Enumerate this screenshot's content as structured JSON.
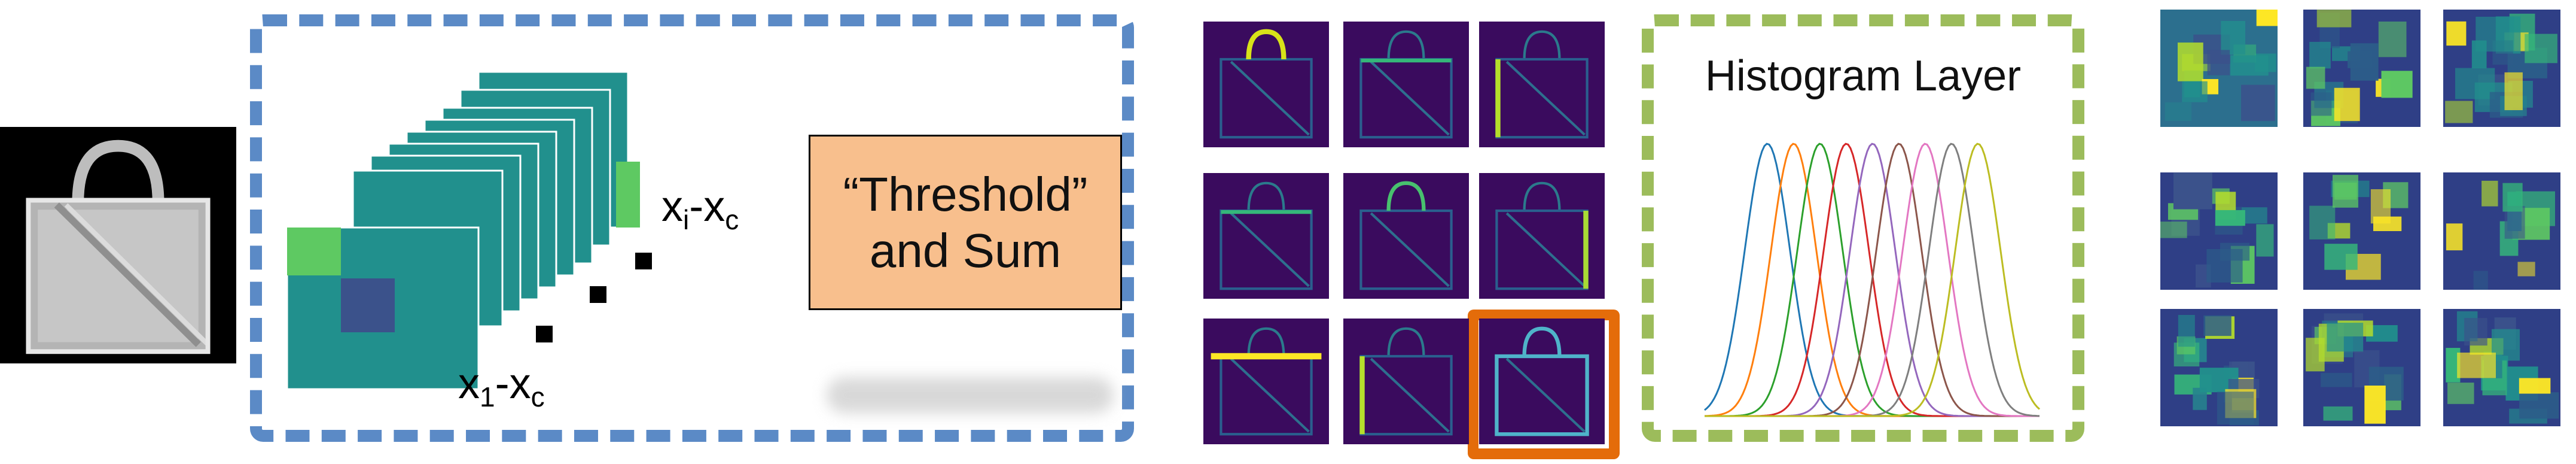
{
  "kernel_labels": {
    "first": "x",
    "first_sub": "1",
    "first_dash": "-x",
    "first_sub2": "c",
    "ith": "x",
    "ith_sub": "i",
    "ith_dash": "-x",
    "ith_sub2": "c"
  },
  "threshold_box": {
    "line1": "“Threshold”",
    "line2": "and Sum"
  },
  "histogram": {
    "title": "Histogram Layer",
    "curve_colors": [
      "#1f77b4",
      "#ff7f0e",
      "#2ca02c",
      "#d62728",
      "#9467bd",
      "#8c564b",
      "#e377c2",
      "#7f7f7f",
      "#bcbd22"
    ]
  },
  "colors": {
    "blue_frame": "#5b8ac6",
    "green_frame": "#9cbc5b",
    "threshold_fill": "#f8bf8d",
    "highlight": "#e46c0a",
    "kernel_teal": "#21908d",
    "kernel_green": "#5ec962",
    "kernel_blue": "#3b528b"
  },
  "icons": {
    "input_image": "handbag-grayscale-icon",
    "edge_maps": "handbag-edge-map-icon",
    "feature_maps": "feature-map-heatmap-icon"
  }
}
